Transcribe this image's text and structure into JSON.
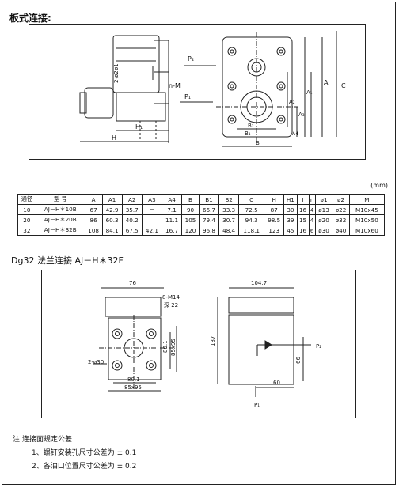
{
  "section1": {
    "title": "板式连接:",
    "labels": {
      "P2": "P₂",
      "P1": "P₁",
      "nM": "n-M",
      "H": "H",
      "H1": "H₁",
      "A": "A",
      "A1": "A₁",
      "A2": "A₂",
      "A3": "A₃",
      "A4": "A4",
      "B": "B",
      "B1": "B₁",
      "B2": "B₂",
      "C": "C",
      "d1": "ø1",
      "d2": "2-ø2"
    }
  },
  "unit": "(mm)",
  "table": {
    "headers": [
      "通径",
      "型 号",
      "A",
      "A1",
      "A2",
      "A3",
      "A4",
      "B",
      "B1",
      "B2",
      "C",
      "H",
      "H1",
      "I",
      "n",
      "ø1",
      "ø2",
      "M"
    ],
    "rows": [
      [
        "10",
        "AJ－H＊10B",
        "67",
        "42.9",
        "35.7",
        "－",
        "7.1",
        "90",
        "66.7",
        "33.3",
        "72.5",
        "87",
        "30",
        "16",
        "4",
        "ø13",
        "ø22",
        "M10x45"
      ],
      [
        "20",
        "AJ－H＊20B",
        "86",
        "60.3",
        "40.2",
        "",
        "11.1",
        "105",
        "79.4",
        "30.7",
        "94.3",
        "98.5",
        "39",
        "15",
        "4",
        "ø20",
        "ø32",
        "M10x50"
      ],
      [
        "32",
        "AJ－H＊32B",
        "108",
        "84.1",
        "67.5",
        "42.1",
        "16.7",
        "120",
        "96.8",
        "48.4",
        "118.1",
        "123",
        "45",
        "16",
        "6",
        "ø30",
        "ø40",
        "M10x60"
      ]
    ]
  },
  "section2": {
    "title": "Dg32 法兰连接 AJ－H＊32F",
    "labels": {
      "w76": "76",
      "m14": "8-M14",
      "deep22": "深 22",
      "d30": "2-ø30",
      "v80_1": "80.1",
      "v85_95": "85x95",
      "h80_1": "80.1",
      "h85_95": "85x95",
      "w104_7": "104.7",
      "h137": "137",
      "P2": "P₂",
      "v66": "66",
      "h60": "60",
      "P1": "P₁"
    }
  },
  "notes": {
    "title": "注:连接面规定公差",
    "items": [
      "1、螺钉安装孔尺寸公差为 ± 0.1",
      "2、各油口位置尺寸公差为 ± 0.2"
    ]
  }
}
